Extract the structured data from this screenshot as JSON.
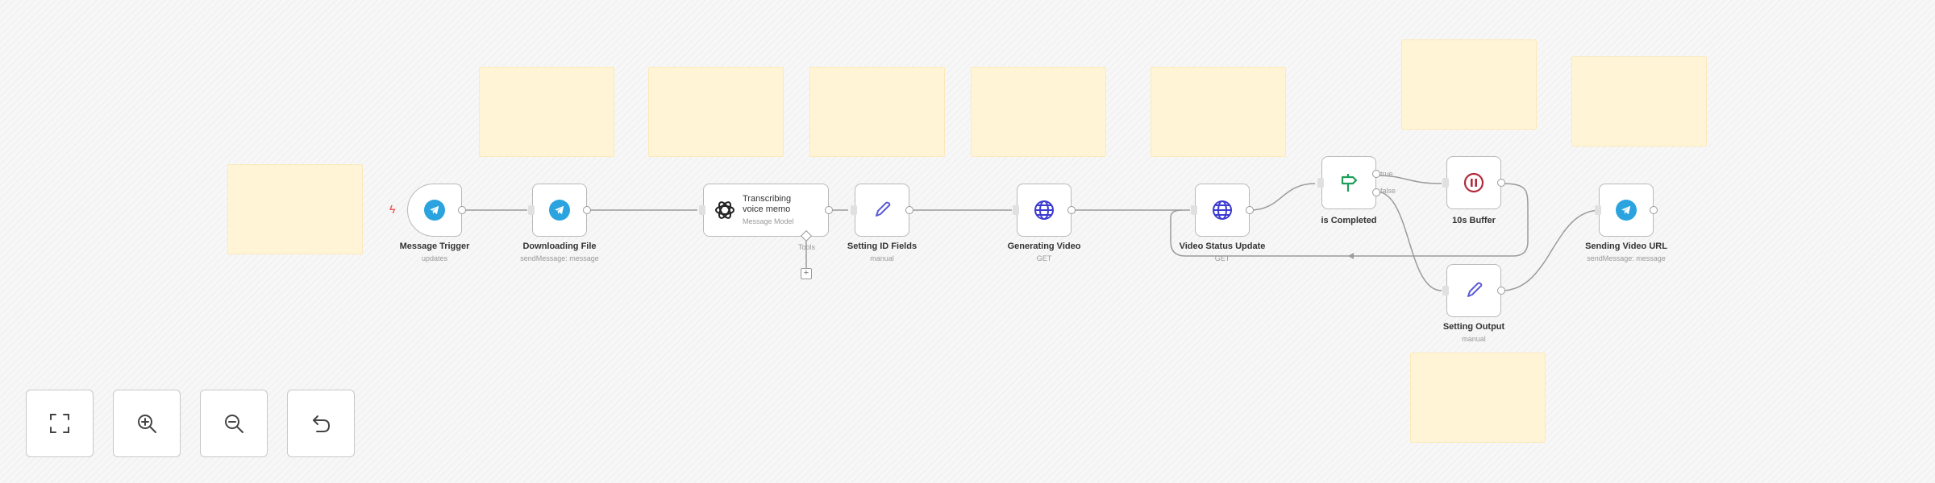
{
  "nodes": {
    "message_trigger": {
      "label": "Message Trigger",
      "sub": "updates"
    },
    "downloading_file": {
      "label": "Downloading File",
      "sub": "sendMessage: message"
    },
    "transcribing": {
      "title_line1": "Transcribing",
      "title_line2": "voice memo",
      "sub": "Message Model",
      "tool_label": "Tools"
    },
    "setting_id_fields": {
      "label": "Setting ID Fields",
      "sub": "manual"
    },
    "generating_video": {
      "label": "Generating Video",
      "sub": "GET"
    },
    "video_status_update": {
      "label": "Video Status Update",
      "sub": "GET"
    },
    "is_completed": {
      "label": "is Completed",
      "true_label": "true",
      "false_label": "false"
    },
    "buffer": {
      "label": "10s Buffer"
    },
    "setting_output": {
      "label": "Setting Output",
      "sub": "manual"
    },
    "sending_video_url": {
      "label": "Sending Video URL",
      "sub": "sendMessage: message"
    }
  },
  "icons": {
    "telegram": "telegram-icon",
    "openai": "openai-icon",
    "edit": "pencil-icon",
    "http": "globe-icon",
    "if": "signpost-icon",
    "wait": "pause-icon"
  },
  "colors": {
    "telegram": "#2aa3df",
    "edit": "#5b5bd6",
    "http": "#3b3bd1",
    "if": "#1d9e5a",
    "wait": "#b22a3a",
    "sticky": "#fff5d6",
    "trigger_bolt": "#f05a5a"
  },
  "controls": {
    "fit": "fit-view",
    "zoom_in": "zoom-in",
    "zoom_out": "zoom-out",
    "undo": "undo"
  }
}
